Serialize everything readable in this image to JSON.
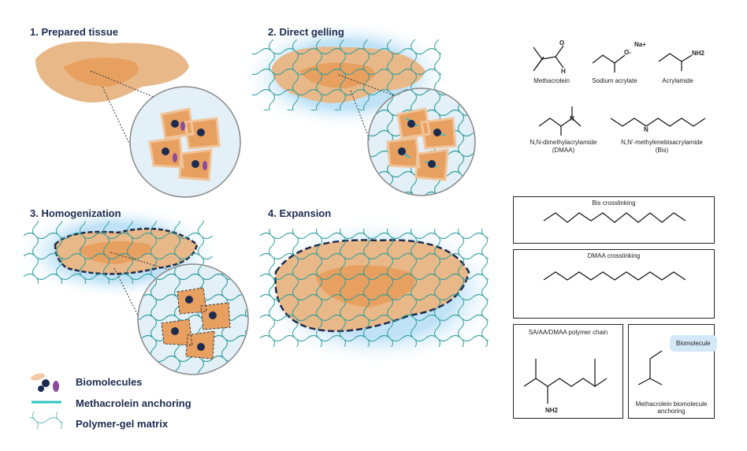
{
  "steps": [
    {
      "label": "1. Prepared tissue"
    },
    {
      "label": "2. Direct gelling"
    },
    {
      "label": "3. Homogenization"
    },
    {
      "label": "4. Expansion"
    }
  ],
  "legend": [
    {
      "label": "Biomolecules"
    },
    {
      "label": "Methacrolein anchoring"
    },
    {
      "label": "Polymer-gel matrix"
    }
  ],
  "chemicals": {
    "methacrolein": "Methacrolein",
    "sodium_acrylate": "Sodium acrylate",
    "acrylamide": "Acrylamide",
    "dmaa_line1": "N,N-dimethylacrylamide",
    "dmaa_line2": "(DMAA)",
    "bis_line1": "N,N'-methylenebisacrylamide",
    "bis_line2": "(Bis)"
  },
  "atoms": {
    "O": "O",
    "H": "H",
    "N": "N",
    "NH": "N",
    "NH2": "NH2",
    "Na": "Na+",
    "Ominus": "O-"
  },
  "panels": {
    "bis": "Bis crosslinking",
    "dmaa": "DMAA crosslinking",
    "polymer": "SA/AA/DMAA polymer chain",
    "anchor_line1": "Methacrolein biomolecule",
    "anchor_line2": "anchoring",
    "biomolecule": "Biomolecule"
  },
  "colors": {
    "tissue": "#e8a868",
    "tissue_dark": "#e89448",
    "gel": "#cfe8f6",
    "mesh": "#2a9d9a",
    "navy": "#1d2b4f",
    "anchor": "#2ec4c0"
  }
}
